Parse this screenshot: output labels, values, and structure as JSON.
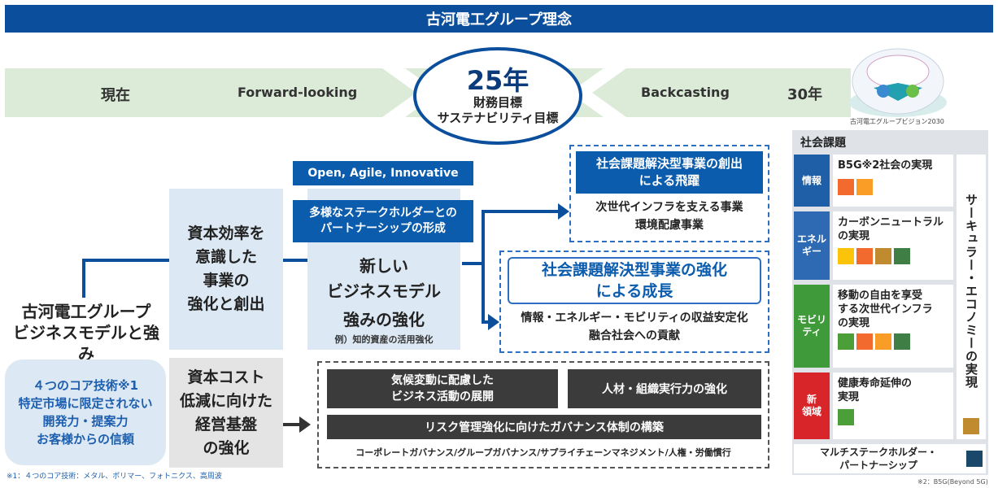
{
  "title": "古河電工グループ理念",
  "timeline": {
    "now": "現在",
    "forward": "Forward-looking",
    "backcasting": "Backcasting",
    "year30": "30年",
    "center": {
      "year": "25年",
      "line1": "財務目標",
      "line2": "サステナビリティ目標"
    }
  },
  "vision_caption": "古河電工グループビジョン2030",
  "left": {
    "title_line1": "古河電工グループ",
    "title_line2": "ビジネスモデルと強み",
    "items": [
      "４つのコア技術※1",
      "特定市場に限定されない",
      "開発力・提案力",
      "お客様からの信頼"
    ],
    "footnote": "※1：４つのコア技術：メタル、ポリマー、フォトニクス、高周波"
  },
  "col2": {
    "top": [
      "資本効率を",
      "意識した",
      "事業の",
      "強化と創出"
    ],
    "bottom": [
      "資本コスト",
      "低減に向けた",
      "経営基盤",
      "の強化"
    ]
  },
  "col3": {
    "tag1": "Open, Agile, Innovative",
    "tag2_line1": "多様なステークホルダーとの",
    "tag2_line2": "パートナーシップの形成",
    "text1": "新しい",
    "text2": "ビジネスモデル",
    "text3": "強みの強化",
    "text4": "例）知的資産の活用強化"
  },
  "outcome1": {
    "head_line1": "社会課題解決型事業の創出",
    "head_line2": "による飛躍",
    "line1": "次世代インフラを支える事業",
    "line2": "環境配慮事業"
  },
  "outcome2": {
    "head_line1": "社会課題解決型事業の強化",
    "head_line2": "による成長",
    "line1": "情報・エネルギー・モビリティの収益安定化",
    "line2": "融合社会への貢献"
  },
  "foundation": {
    "box1_line1": "気候変動に配慮した",
    "box1_line2": "ビジネス活動の展開",
    "box2": "人材・組織実行力の強化",
    "box3": "リスク管理強化に向けたガバナンス体制の構築",
    "bottom": "コーポレートガバナンス/グループガバナンス/サプライチェーンマネジメント/人権・労働慣行"
  },
  "social": {
    "title": "社会課題",
    "rows": [
      {
        "cat": [
          "情報"
        ],
        "text": [
          "B5G※2社会の実現"
        ],
        "color": "#1f5fa8"
      },
      {
        "cat": [
          "エネル",
          "ギー"
        ],
        "text": [
          "カーボンニュートラル",
          "の実現"
        ],
        "color": "#2e6ab3"
      },
      {
        "cat": [
          "モビリ",
          "ティ"
        ],
        "text": [
          "移動の自由を享受",
          "する次世代インフラ",
          "の実現"
        ],
        "color": "#3f9a3a"
      },
      {
        "cat": [
          "新",
          "領域"
        ],
        "text": [
          "健康寿命延伸の",
          "実現"
        ],
        "color": "#d7252a"
      }
    ],
    "vertical": "サーキュラー・エコノミーの実現",
    "bottom_line1": "マルチステークホルダー・",
    "bottom_line2": "パートナーシップ",
    "footnote": "※2：B5G(Beyond 5G)"
  }
}
